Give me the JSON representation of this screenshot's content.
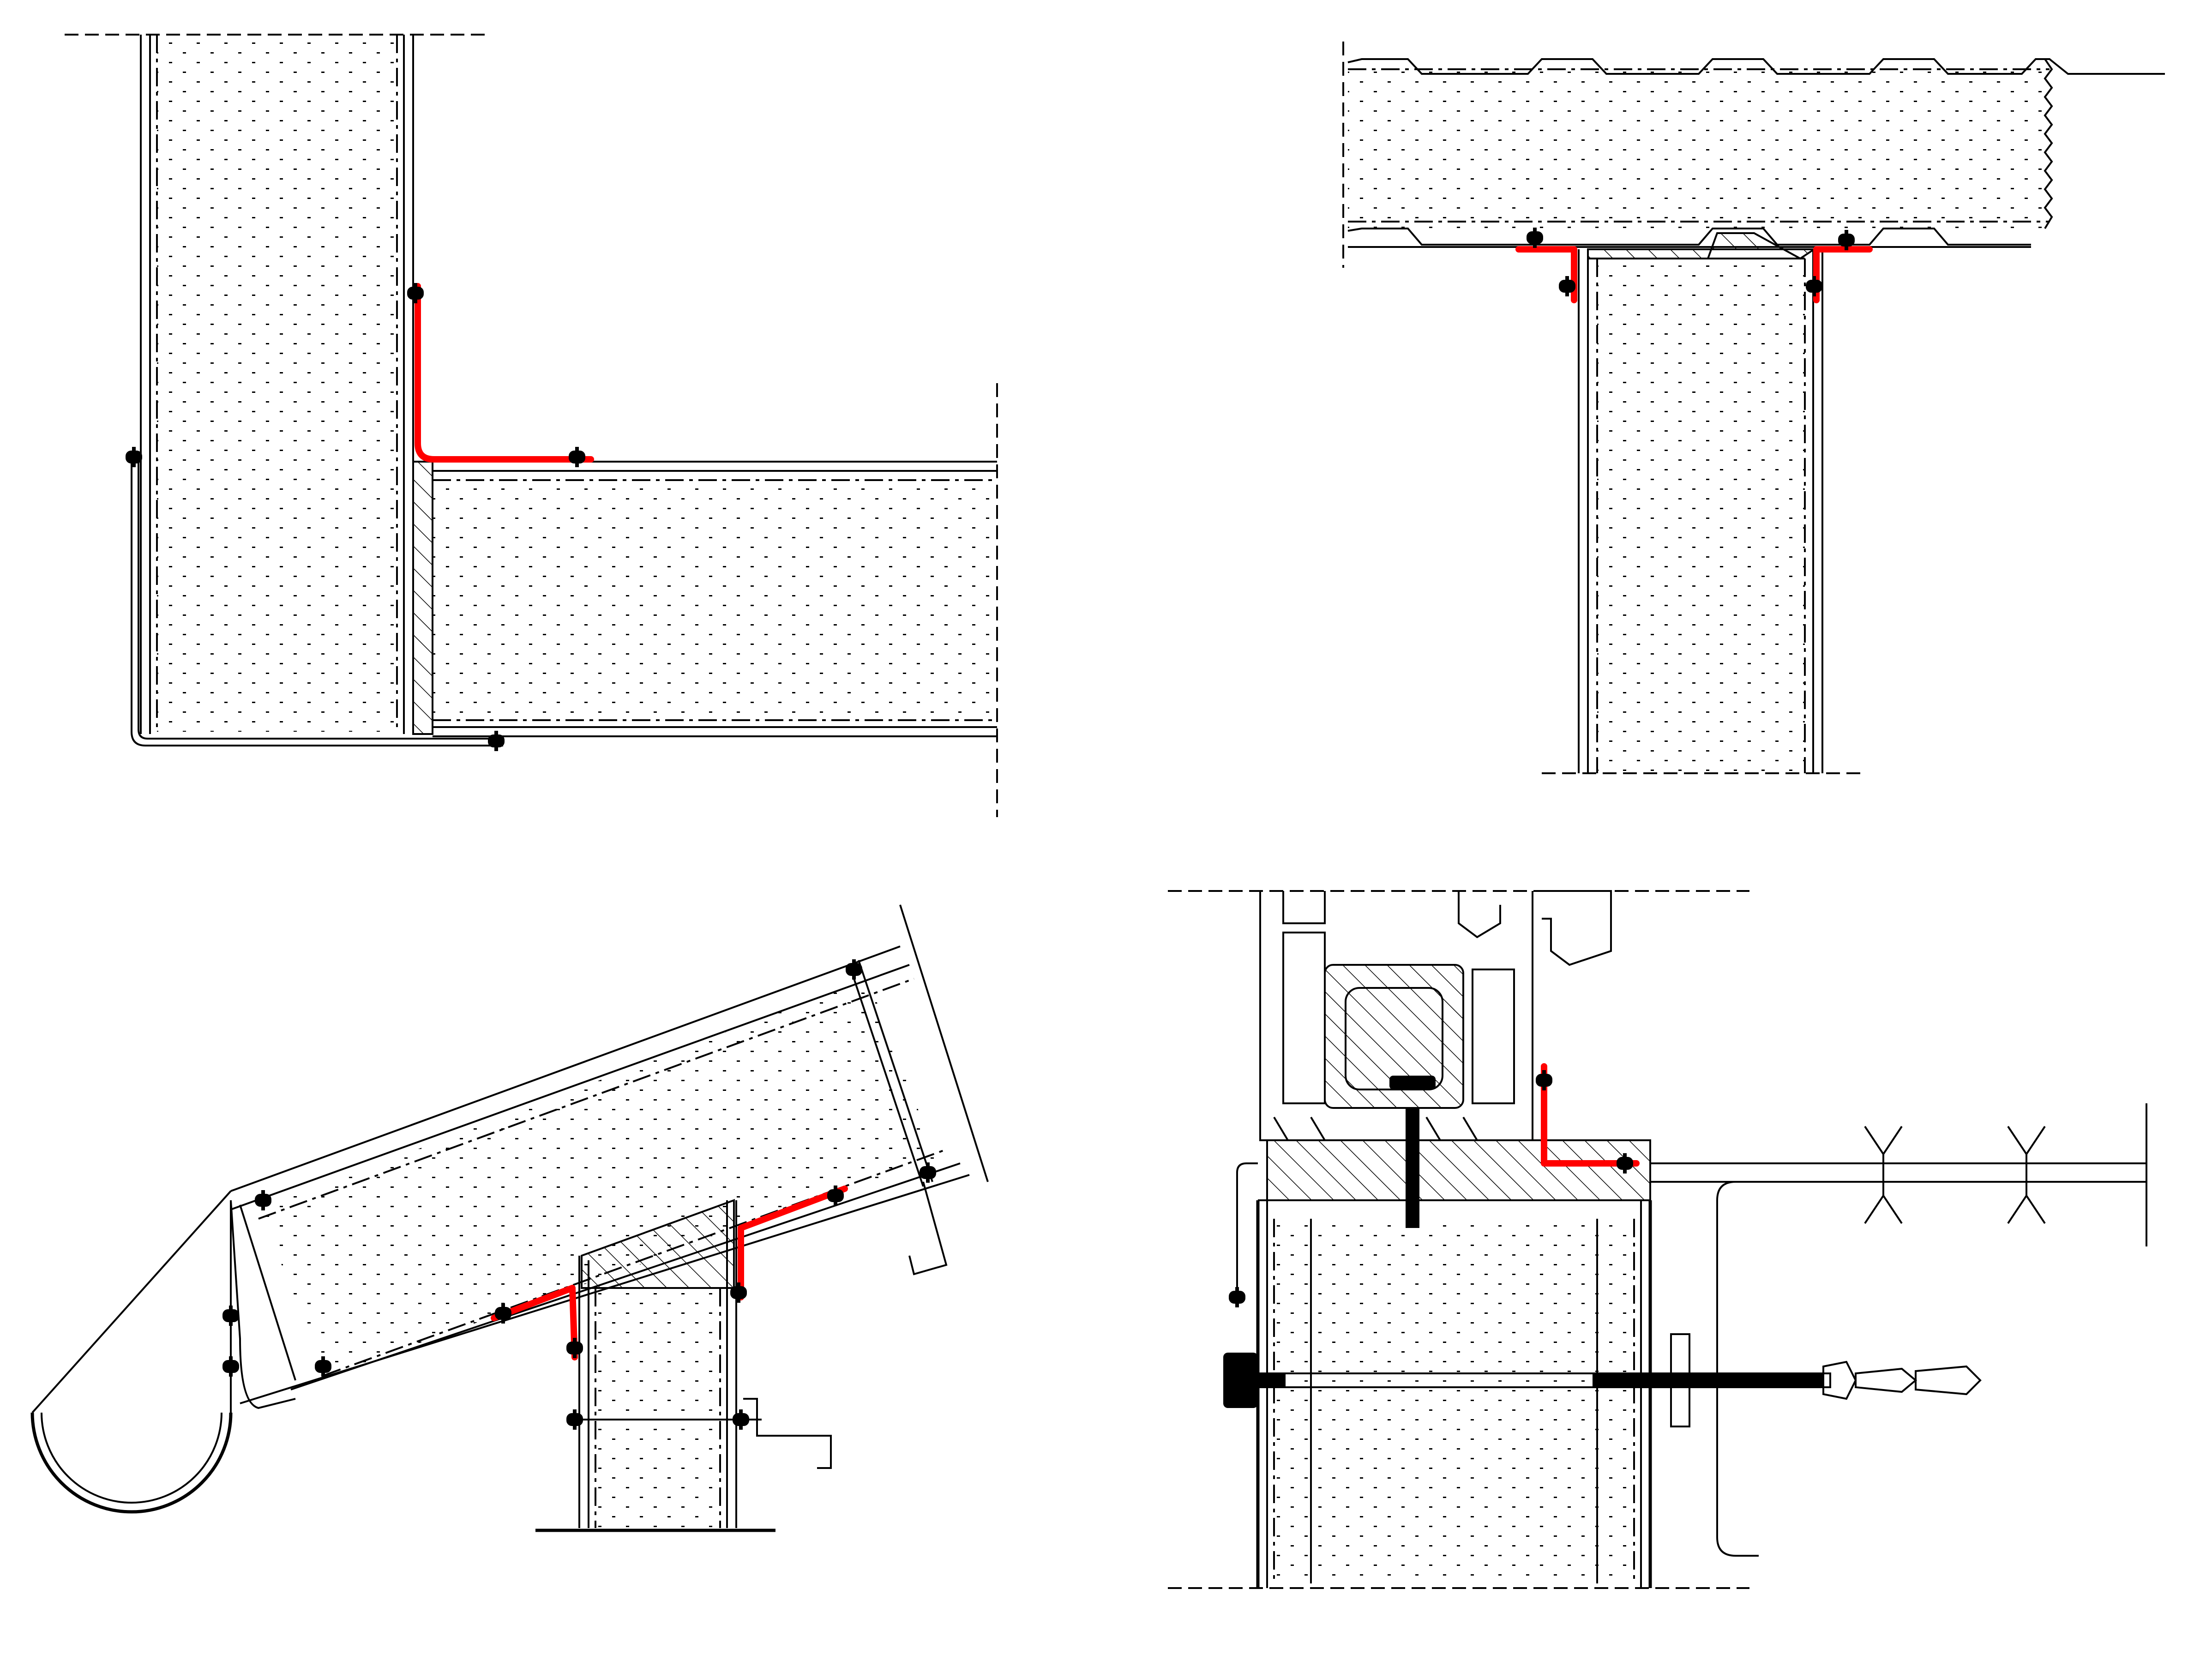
{
  "drawing": {
    "details": [
      {
        "id": "detail-wall-floor-corner"
      },
      {
        "id": "detail-roof-wall-junction"
      },
      {
        "id": "detail-sloped-roof-gutter"
      },
      {
        "id": "detail-window-frame-anchor"
      }
    ],
    "colors": {
      "line": "#000000",
      "flashing": "#ff0000",
      "background": "#ffffff"
    }
  }
}
